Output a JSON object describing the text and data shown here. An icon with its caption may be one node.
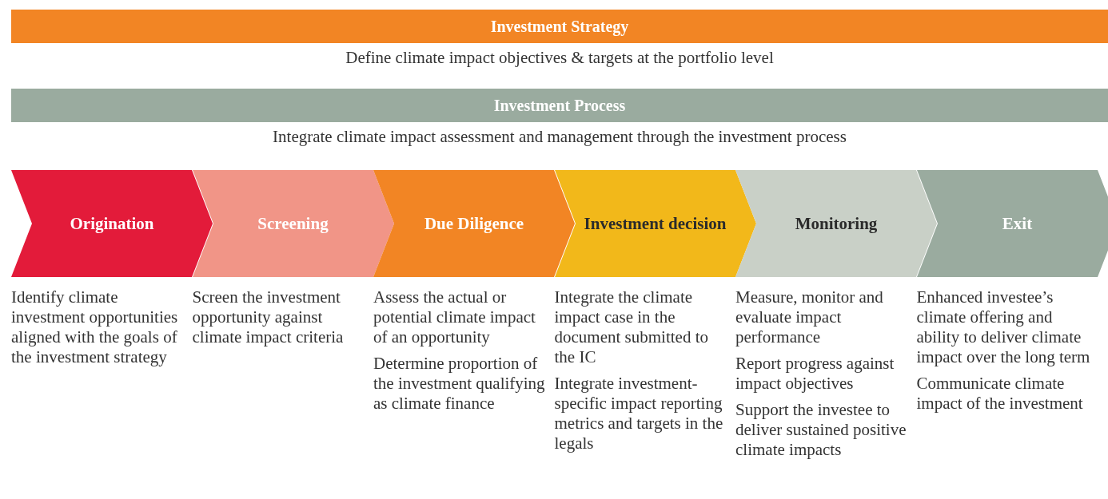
{
  "diagram": {
    "nodes": [
      {
        "text": [
          "Investment Strategy"
        ],
        "beside": [
          "Define climate impact objectives & targets at the portfolio level"
        ]
      },
      {
        "text": [
          "Investment Process"
        ],
        "beside": [
          "Integrate climate impact assessment and management through the investment process"
        ]
      },
      {
        "text": [
          "Origination"
        ],
        "beside": [
          "Identify climate investment opportunities aligned with the goals of the investment strategy"
        ]
      },
      {
        "text": [
          "Screening"
        ],
        "beside": [
          "Screen the investment opportunity against climate impact criteria"
        ]
      },
      {
        "text": [
          "Due Diligence"
        ],
        "beside": [
          "Assess the actual or potential climate impact of an opportunity",
          "Determine proportion of the investment qualifying as climate finance"
        ]
      },
      {
        "text": [
          "Investment decision"
        ],
        "beside": [
          "Integrate the climate impact case in the document submitted to the IC",
          "Integrate investment-specific impact reporting metrics and targets in the legals"
        ]
      },
      {
        "text": [
          "Monitoring"
        ],
        "beside": [
          "Measure, monitor and evaluate impact performance",
          "Report progress against impact objectives",
          "Support the investee to deliver sustained positive climate impacts"
        ]
      },
      {
        "text": [
          "Exit"
        ],
        "beside": [
          "Enhanced investee’s climate offering and ability to deliver climate impact over the long term",
          "Communicate climate impact of the investment"
        ]
      }
    ]
  }
}
